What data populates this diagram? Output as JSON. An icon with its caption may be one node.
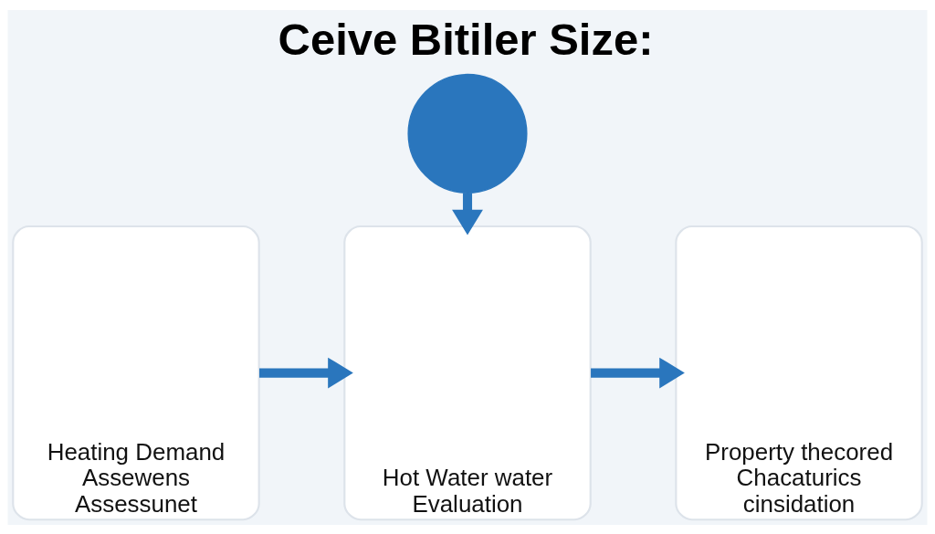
{
  "diagram": {
    "title": "Ceive Bitiler Size:",
    "nodes": [
      {
        "text": [],
        "shape": "circle"
      },
      {
        "text": [
          "Heating Demand Assewens Assessunet"
        ]
      },
      {
        "text": [
          "Hot Water water Evaluation"
        ]
      },
      {
        "text": [
          "Property thecored Chacaturics cinsidation"
        ]
      }
    ],
    "edges": [
      {
        "from": 0,
        "to": 2,
        "arrow": "to"
      },
      {
        "from": 1,
        "to": 2,
        "arrow": "to"
      },
      {
        "from": 2,
        "to": 3,
        "arrow": "to"
      }
    ]
  }
}
